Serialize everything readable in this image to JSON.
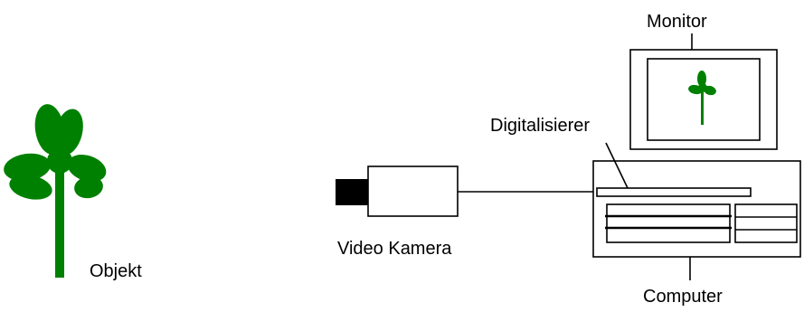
{
  "labels": {
    "object": "Objekt",
    "camera": "Video Kamera",
    "digitizer": "Digitalisierer",
    "monitor": "Monitor",
    "computer": "Computer"
  },
  "colors": {
    "plant": "#008000",
    "line": "#000000",
    "lens": "#000000",
    "background": "#ffffff"
  }
}
